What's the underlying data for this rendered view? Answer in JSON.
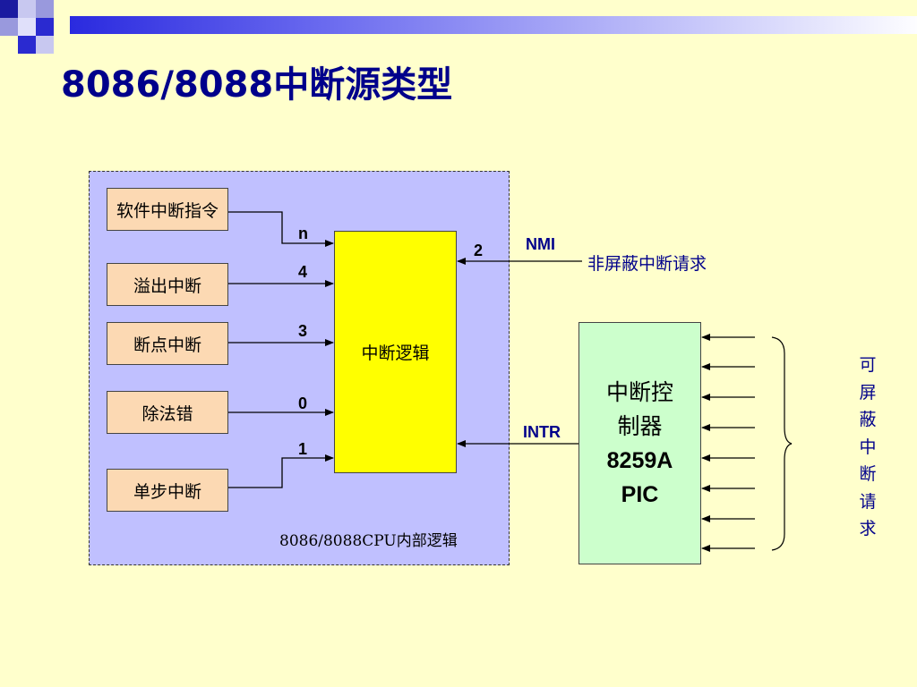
{
  "title": "8086/8088中断源类型",
  "sources": [
    {
      "label": "软件中断指令",
      "number": "n"
    },
    {
      "label": "溢出中断",
      "number": "4"
    },
    {
      "label": "断点中断",
      "number": "3"
    },
    {
      "label": "除法错",
      "number": "0"
    },
    {
      "label": "单步中断",
      "number": "1"
    }
  ],
  "logic_label": "中断逻辑",
  "cpu_caption": "8086/8088CPU内部逻辑",
  "nmi": {
    "number": "2",
    "signal": "NMI",
    "request_label": "非屏蔽中断请求"
  },
  "intr": {
    "signal": "INTR"
  },
  "pic": {
    "line1": "中断控",
    "line2": "制器",
    "line3": "8259A",
    "line4": "PIC"
  },
  "maskable_label": "可屏蔽中断请求",
  "colors": {
    "title": "#00008b",
    "cpu_box": "#c0c0ff",
    "source_box": "#fcd9b3",
    "logic_box": "#ffff00",
    "pic_box": "#ccffcc",
    "background": "#ffffcc"
  }
}
